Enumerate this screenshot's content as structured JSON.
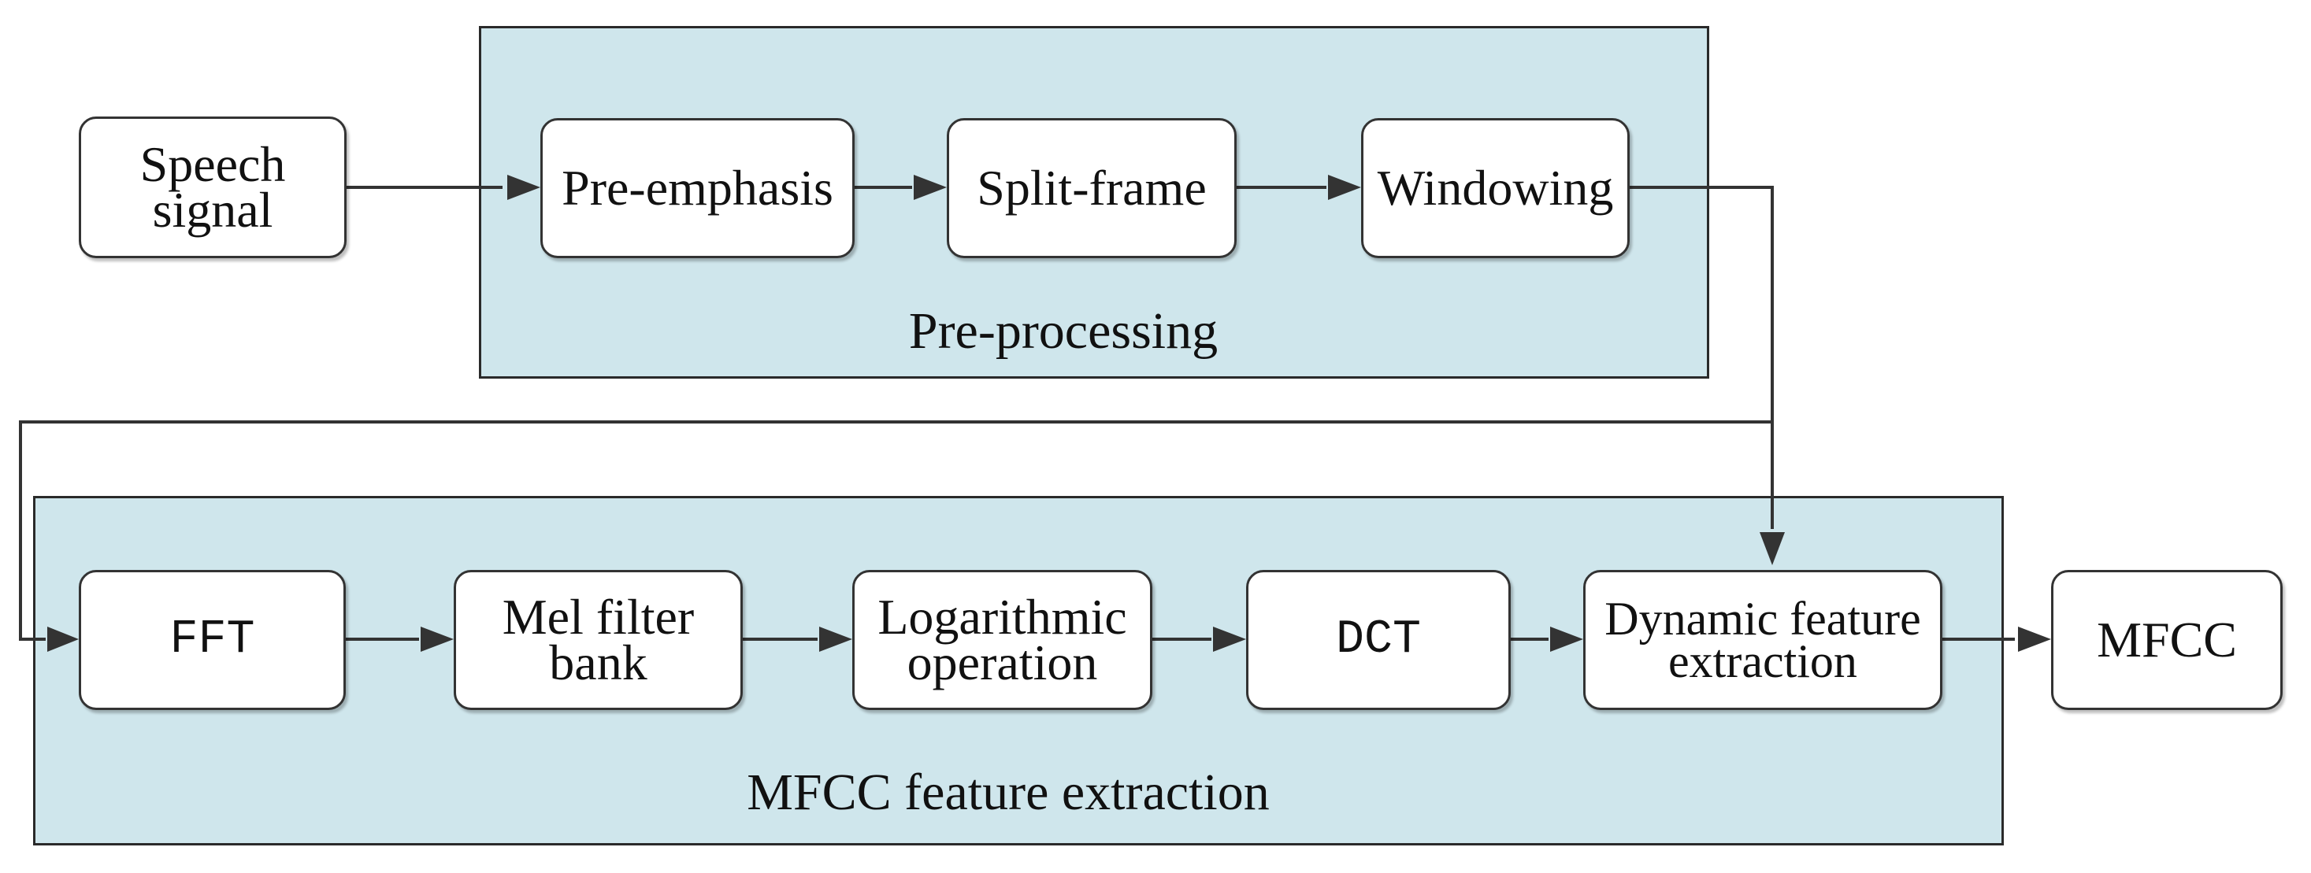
{
  "groups": {
    "preprocessing": {
      "label": "Pre-processing"
    },
    "mfcc_extraction": {
      "label": "MFCC feature extraction"
    }
  },
  "nodes": {
    "speech_signal": "Speech\nsignal",
    "pre_emphasis": "Pre-emphasis",
    "split_frame": "Split-frame",
    "windowing": "Windowing",
    "fft": "FFT",
    "mel_filter_bank": "Mel filter\nbank",
    "logarithmic_operation": "Logarithmic\noperation",
    "dct": "DCT",
    "dynamic_feature_extraction": "Dynamic feature\nextraction",
    "mfcc": "MFCC"
  },
  "edges": [
    {
      "from": "speech_signal",
      "to": "pre_emphasis"
    },
    {
      "from": "pre_emphasis",
      "to": "split_frame"
    },
    {
      "from": "split_frame",
      "to": "windowing"
    },
    {
      "from": "windowing",
      "to": "dynamic_feature_extraction"
    },
    {
      "from": "windowing",
      "to": "fft"
    },
    {
      "from": "fft",
      "to": "mel_filter_bank"
    },
    {
      "from": "mel_filter_bank",
      "to": "logarithmic_operation"
    },
    {
      "from": "logarithmic_operation",
      "to": "dct"
    },
    {
      "from": "dct",
      "to": "dynamic_feature_extraction"
    },
    {
      "from": "dynamic_feature_extraction",
      "to": "mfcc"
    }
  ],
  "colors": {
    "panel_fill": "#cfe6ec",
    "panel_border": "#2a2a2a",
    "node_fill": "#ffffff",
    "node_border": "#333333",
    "edge": "#333333",
    "text": "#111111"
  }
}
